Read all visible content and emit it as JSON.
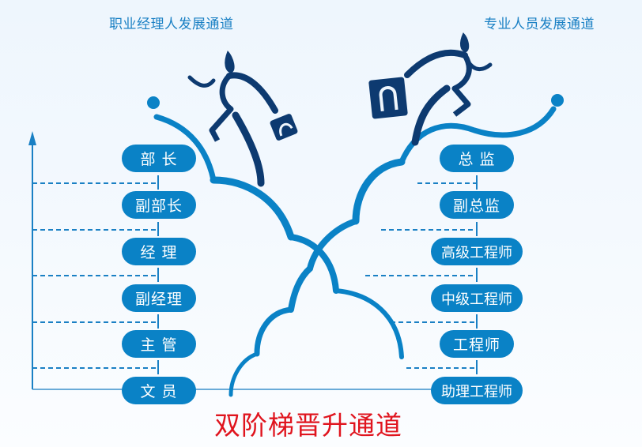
{
  "headers": {
    "left": "职业经理人发展通道",
    "right": "专业人员发展通道"
  },
  "left_track": {
    "name": "职业经理人发展通道",
    "levels": [
      {
        "label": "部 长"
      },
      {
        "label": "副部长"
      },
      {
        "label": "经 理"
      },
      {
        "label": "副经理"
      },
      {
        "label": "主 管"
      },
      {
        "label": "文 员"
      }
    ]
  },
  "right_track": {
    "name": "专业人员发展通道",
    "levels": [
      {
        "label": "总 监"
      },
      {
        "label": "副总监"
      },
      {
        "label": "高级工程师"
      },
      {
        "label": "中级工程师"
      },
      {
        "label": "工程师"
      },
      {
        "label": "助理工程师"
      }
    ]
  },
  "footer": {
    "title": "双阶梯晋升通道"
  },
  "colors": {
    "pill": "#0a82c6",
    "cloud_line": "#0a82c6",
    "runner": "#0d3a70",
    "header_text": "#1a80c4",
    "footer_text": "#e0141e",
    "background": "#eef6fd"
  },
  "icons": {
    "left_figure": "running-man-with-briefcase-icon",
    "right_figure": "running-man-with-briefcase-icon",
    "axis": "up-arrow-icon"
  }
}
